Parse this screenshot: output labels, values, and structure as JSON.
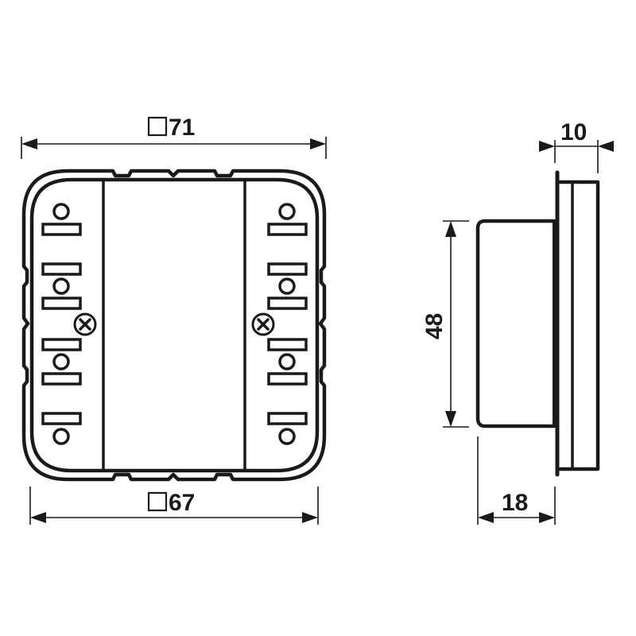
{
  "drawing": {
    "title": "Push-button module dimension drawing",
    "units": "mm",
    "colors": {
      "line": "#1a1a1a",
      "background": "#ffffff"
    },
    "front_view": {
      "outer_dimension": {
        "symbol": "square",
        "value": "71"
      },
      "inner_dimension": {
        "symbol": "square",
        "value": "67"
      },
      "button_columns": 2,
      "screw_icons": [
        "screw-left",
        "screw-right"
      ]
    },
    "side_view": {
      "depth_dimension": {
        "value": "18"
      },
      "plate_thickness_dimension": {
        "value": "10"
      },
      "height_dimension": {
        "value": "48"
      }
    }
  }
}
